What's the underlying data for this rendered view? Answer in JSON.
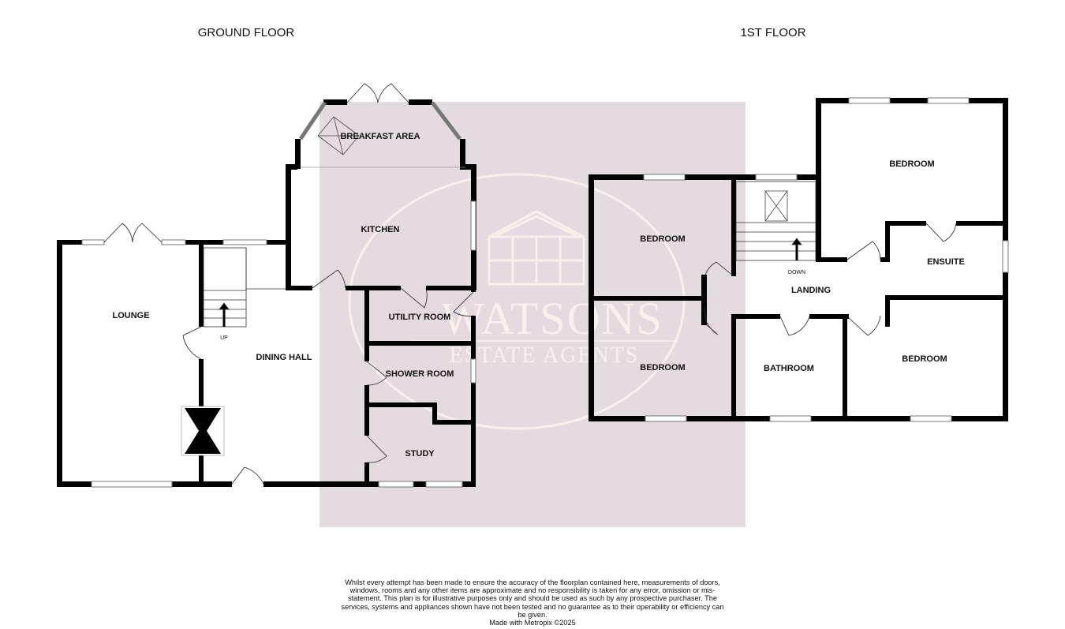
{
  "floors": {
    "ground": {
      "title": "GROUND FLOOR",
      "rooms": {
        "lounge": "LOUNGE",
        "dining_hall": "DINING HALL",
        "kitchen": "KITCHEN",
        "breakfast_area": "BREAKFAST AREA",
        "utility_room": "UTILITY ROOM",
        "shower_room": "SHOWER ROOM",
        "study": "STUDY"
      },
      "stairs_label": "UP"
    },
    "first": {
      "title": "1ST FLOOR",
      "rooms": {
        "bedroom_top_right": "BEDROOM",
        "bedroom_left_upper": "BEDROOM",
        "bedroom_left_lower": "BEDROOM",
        "bedroom_bottom_right": "BEDROOM",
        "ensuite": "ENSUITE",
        "landing": "LANDING",
        "bathroom": "BATHROOM"
      },
      "stairs_label": "DOWN"
    }
  },
  "watermark": {
    "line1": "WATSONS",
    "line2": "ESTATE AGENTS",
    "panel_color": "#e3dbe0",
    "ink_color": "#f8f0ec"
  },
  "disclaimer": {
    "text": "Whilst every attempt has been made to ensure the accuracy of the floorplan contained here, measurements of doors, windows, rooms and any other items are approximate and no responsibility is taken for any error, omission or mis-statement. This plan is for illustrative purposes only and should be used as such by any prospective purchaser. The services, systems and appliances shown have not been tested and no guarantee as to their operability or efficiency can be given.",
    "credit": "Made with Metropix ©2025"
  }
}
